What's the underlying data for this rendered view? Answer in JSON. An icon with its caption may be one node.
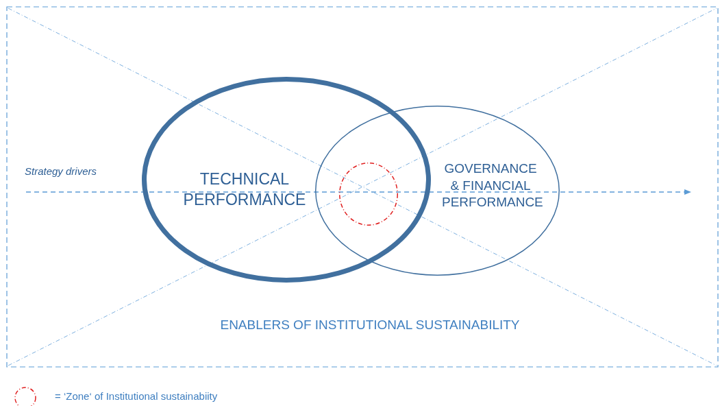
{
  "diagram": {
    "nodes": [
      {
        "text": [
          "ENABLERS OF INSTITUTIONAL SUSTAINABILITY"
        ]
      },
      {
        "text": [
          "TECHNICAL PERFORMANCE"
        ],
        "in": 0
      },
      {
        "text": [
          "GOVERNANCE & FINANCIAL PERFORMANCE"
        ],
        "in": 0
      },
      {
        "text": [],
        "shape": "circle"
      }
    ],
    "edges": [],
    "labels": [
      "Strategy drivers"
    ],
    "legend": [
      {
        "text": "= ‘Zone‘ of Institutional sustainabiity"
      }
    ]
  }
}
